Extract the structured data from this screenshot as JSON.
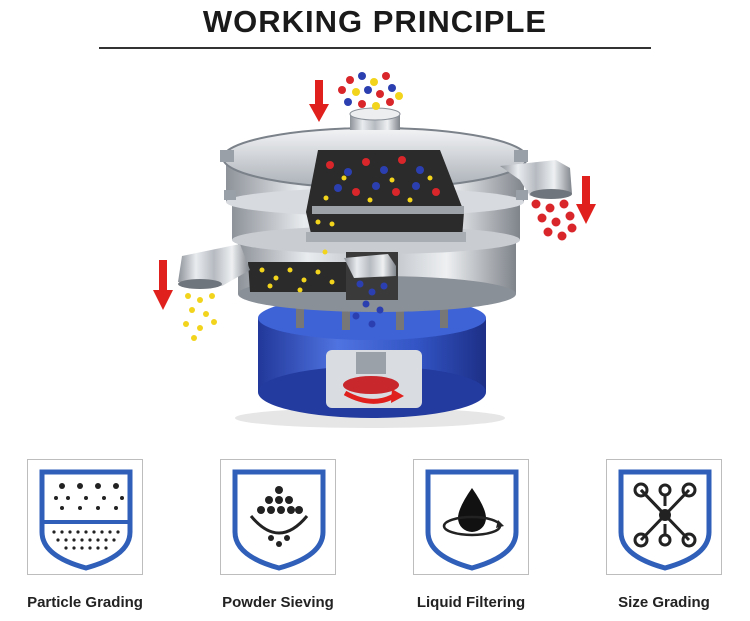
{
  "title": "WORKING PRINCIPLE",
  "features": [
    {
      "label": "Particle Grading",
      "icon": "particle-grading-icon"
    },
    {
      "label": "Powder Sieving",
      "icon": "powder-sieving-icon"
    },
    {
      "label": "Liquid Filtering",
      "icon": "liquid-filtering-icon"
    },
    {
      "label": "Size Grading",
      "icon": "size-grading-icon"
    }
  ],
  "colors": {
    "accent_blue": "#2f5fb8",
    "base_blue": "#3557c9",
    "arrow_red": "#e0201c",
    "particle_red": "#d8262b",
    "particle_yellow": "#f2d41c",
    "particle_blue": "#2c3fb0"
  }
}
